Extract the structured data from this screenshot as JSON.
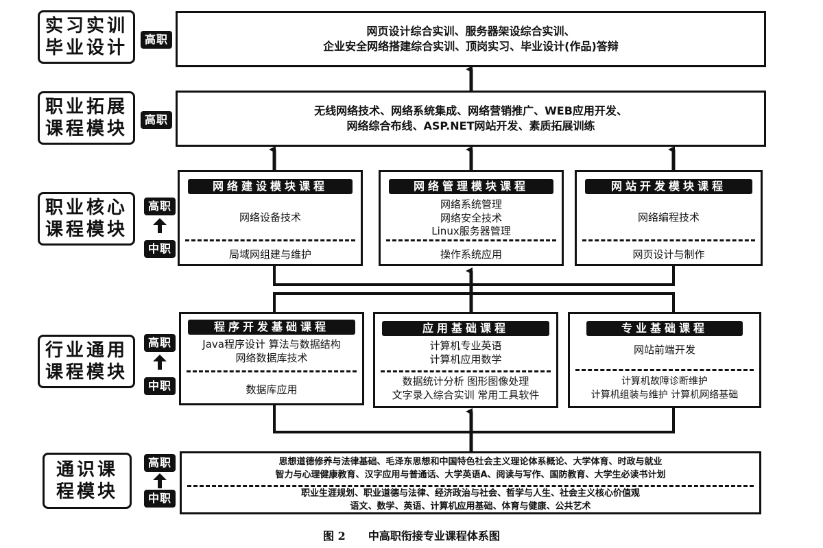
{
  "rows": {
    "row1": {
      "category": [
        "实习实训",
        "毕业设计"
      ],
      "badges": [
        "高职"
      ],
      "content": [
        "网页设计综合实训、服务器架设综合实训、",
        "企业安全网络搭建综合实训、顶岗实习、毕业设计(作品)答辩"
      ]
    },
    "row2": {
      "category": [
        "职业拓展",
        "课程模块"
      ],
      "badges": [
        "高职"
      ],
      "content": [
        "无线网络技术、网络系统集成、网络营销推广、WEB应用开发、",
        "网络综合布线、ASP.NET网站开发、素质拓展训练"
      ]
    },
    "row3": {
      "category": [
        "职业核心",
        "课程模块"
      ],
      "badges": [
        "高职",
        "中职"
      ],
      "modules": [
        {
          "title": "网络建设模块课程",
          "upper": [
            "网络设备技术"
          ],
          "lower": [
            "局域网组建与维护"
          ]
        },
        {
          "title": "网络管理模块课程",
          "upper": [
            "网络系统管理",
            "网络安全技术",
            "Linux服务器管理"
          ],
          "lower": [
            "操作系统应用"
          ]
        },
        {
          "title": "网站开发模块课程",
          "upper": [
            "网络编程技术"
          ],
          "lower": [
            "网页设计与制作"
          ]
        }
      ]
    },
    "row4": {
      "category": [
        "行业通用",
        "课程模块"
      ],
      "badges": [
        "高职",
        "中职"
      ],
      "modules": [
        {
          "title": "程序开发基础课程",
          "upper": [
            "Java程序设计 算法与数据结构",
            "网络数据库技术"
          ],
          "lower": [
            "数据库应用"
          ]
        },
        {
          "title": "应用基础课程",
          "upper": [
            "计算机专业英语",
            "计算机应用数学"
          ],
          "lower": [
            "数据统计分析 图形图像处理",
            "文字录入综合实训 常用工具软件"
          ]
        },
        {
          "title": "专业基础课程",
          "upper": [
            "网站前端开发"
          ],
          "lower": [
            "计算机故障诊断维护",
            "计算机组装与维护 计算机网络基础"
          ]
        }
      ]
    },
    "row5": {
      "category": [
        "通识课",
        "程模块"
      ],
      "badges": [
        "高职",
        "中职"
      ],
      "upper": [
        "思想道德修养与法律基础、毛泽东思想和中国特色社会主义理论体系概论、大学体育、时政与就业",
        "智力与心理健康教育、汉字应用与普通话、大学英语A、阅读与写作、国防教育、大学生必读书计划"
      ],
      "lower": [
        "职业生涯规划、职业道德与法律、经济政治与社会、哲学与人生、社会主义核心价值观",
        "语文、数学、英语、计算机应用基础、体育与健康、公共艺术"
      ]
    }
  },
  "caption": {
    "figure": "图 2",
    "title": "中高职衔接专业课程体系图"
  }
}
